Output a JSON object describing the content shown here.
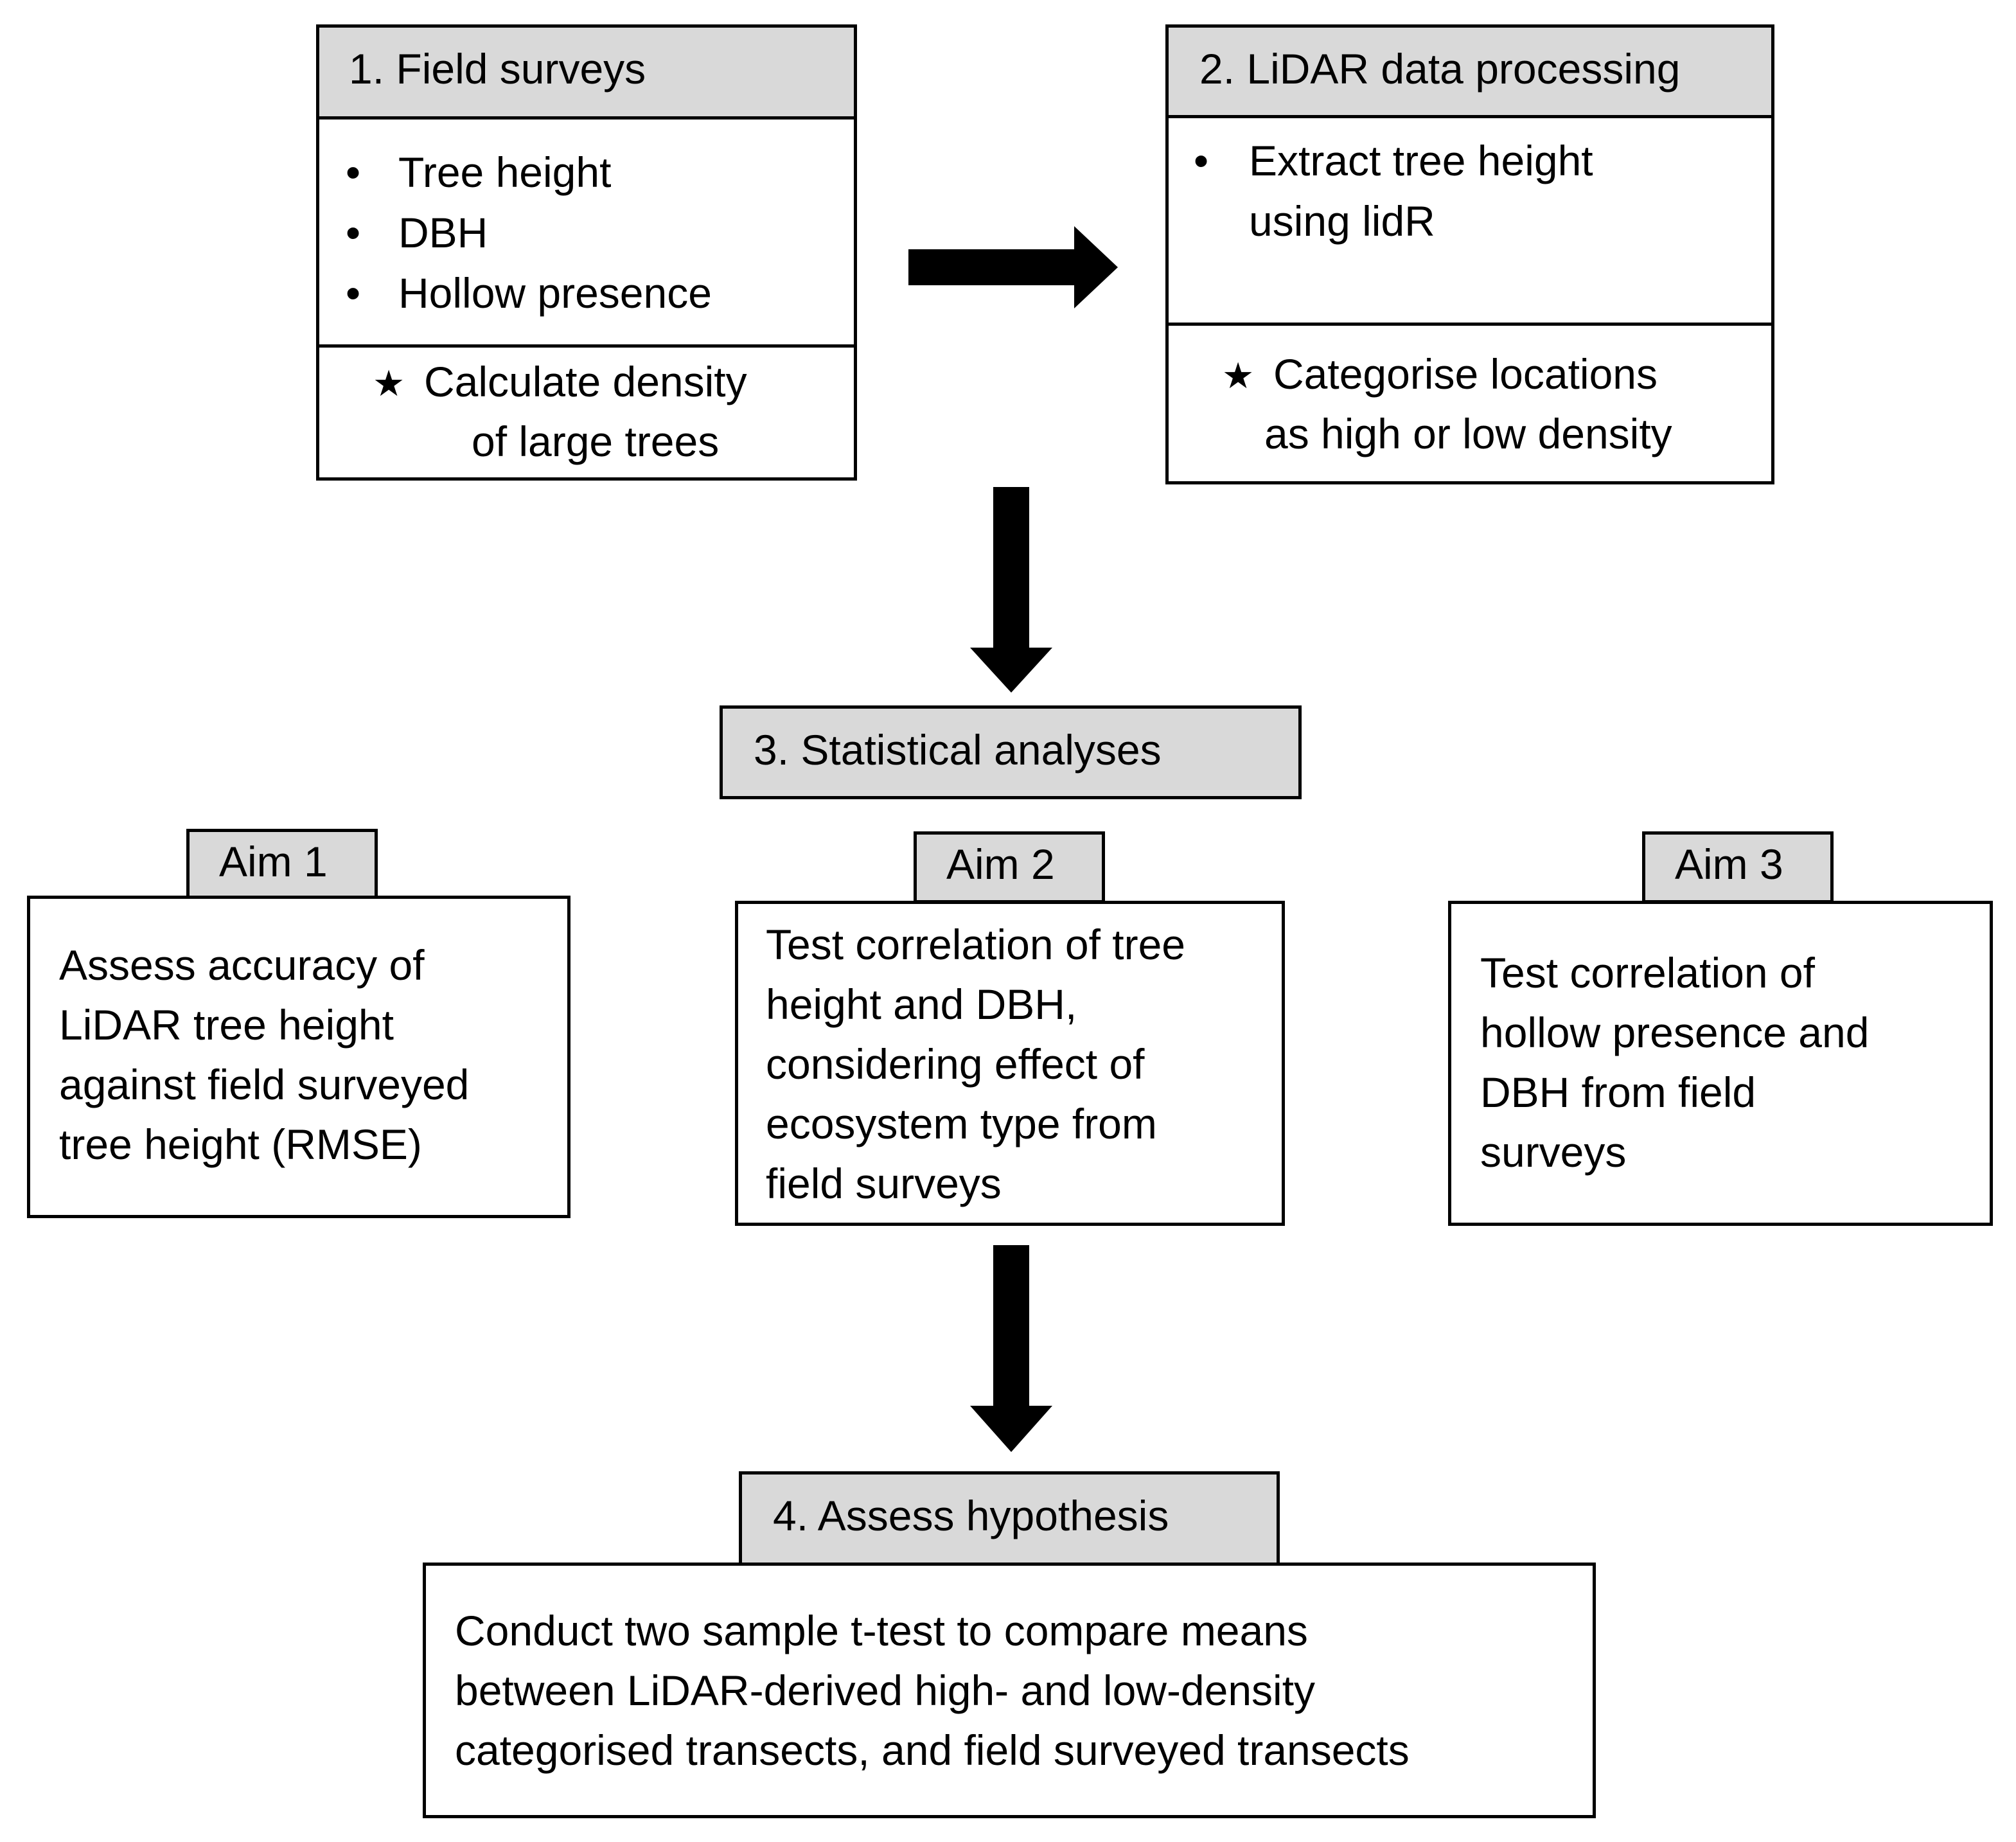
{
  "step1": {
    "title": "1. Field surveys",
    "items": [
      "Tree height",
      "DBH",
      "Hollow presence"
    ],
    "note_star": "★",
    "note_lines": [
      "Calculate density",
      "of large trees"
    ]
  },
  "step2": {
    "title": "2. LiDAR data processing",
    "items": [
      "Extract tree height",
      "using lidR"
    ],
    "note_star": "★",
    "note_lines": [
      "Categorise locations",
      "as high or low density"
    ]
  },
  "step3": {
    "title": "3. Statistical analyses",
    "aims": [
      {
        "label": "Aim 1",
        "lines": [
          "Assess accuracy of",
          "LiDAR tree height",
          "against field surveyed",
          "tree height (RMSE)"
        ]
      },
      {
        "label": "Aim 2",
        "lines": [
          "Test correlation of tree",
          "height and DBH,",
          "considering effect of",
          "ecosystem type from",
          "field surveys"
        ]
      },
      {
        "label": "Aim 3",
        "lines": [
          "Test correlation of",
          "hollow presence and",
          "DBH from field",
          "surveys"
        ]
      }
    ]
  },
  "step4": {
    "title": "4. Assess hypothesis",
    "lines": [
      "Conduct two sample t-test to compare means",
      "between LiDAR-derived high- and low-density",
      "categorised transects, and field surveyed transects"
    ]
  },
  "bullet_glyph": "•"
}
